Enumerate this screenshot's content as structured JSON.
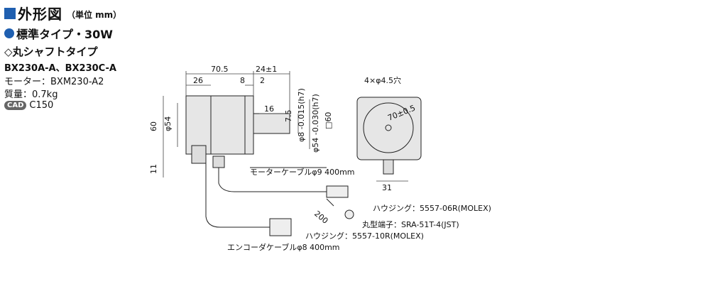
{
  "header": {
    "title": "外形図",
    "unit": "（単位 mm）"
  },
  "type_line": "標準タイプ・30W",
  "shaft_line": "◇丸シャフトタイプ",
  "model": "BX230A-A、BX230C-A",
  "motor": "モーター：BXM230-A2",
  "mass": "質量：0.7kg",
  "cad": {
    "badge": "CAD",
    "code": "C150"
  },
  "dims": {
    "d705": "70.5",
    "d24": "24±1",
    "d26": "26",
    "d8": "8",
    "d2": "2",
    "d16": "16",
    "d75": "7.5",
    "d8h7": "φ8 -0.015(h7)",
    "d54h7": "φ54 -0.030(h7)",
    "sq60": "□60",
    "d60": "60",
    "dphi54": "φ54",
    "d11": "11",
    "d31": "31",
    "d70": "70±0.5",
    "holes": "4×φ4.5穴",
    "d200": "200"
  },
  "labels": {
    "motor_cable": "モーターケーブルφ9 400mm",
    "housing6": "ハウジング：5557-06R(MOLEX)",
    "terminal": "丸型端子：SRA-51T-4(JST)",
    "housing10": "ハウジング：5557-10R(MOLEX)",
    "encoder_cable": "エンコーダケーブルφ8 400mm"
  }
}
